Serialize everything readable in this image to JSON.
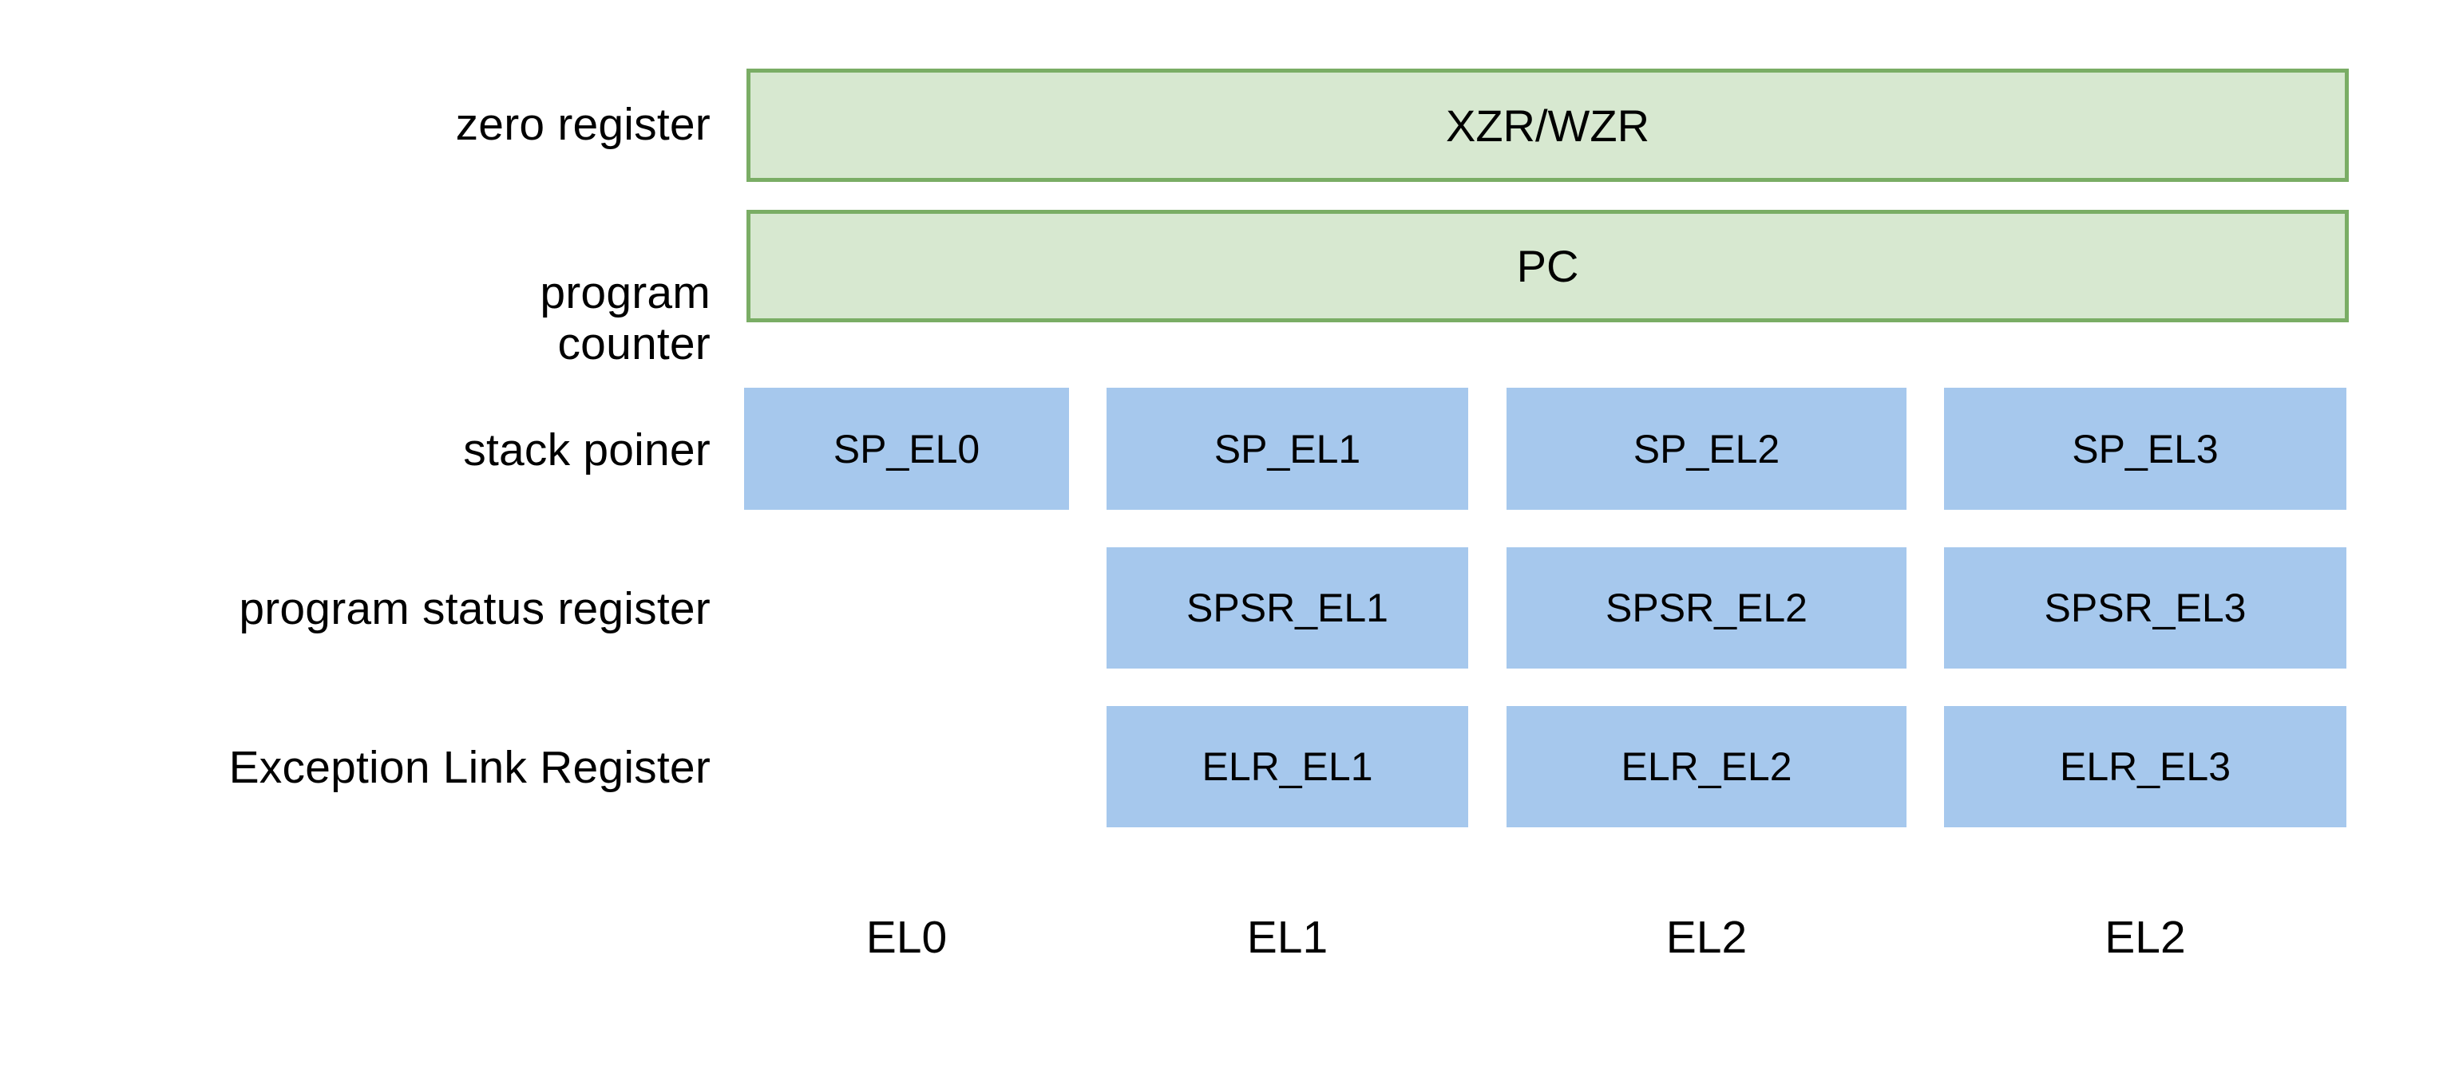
{
  "diagram": {
    "title_present": false,
    "colors": {
      "green_fill": "#d7e8d0",
      "green_border": "#7aad65",
      "blue_fill": "#a6c8ed",
      "text": "#000000",
      "background": "#ffffff"
    }
  },
  "row_labels": {
    "zero_register": "zero register",
    "program_counter_line1": "program",
    "program_counter_line2": "counter",
    "stack_pointer": "stack poiner",
    "program_status_register": "program status register",
    "exception_link_register": "Exception Link Register"
  },
  "wide_rows": [
    {
      "label": "zero register",
      "value": "XZR/WZR",
      "style": "green"
    },
    {
      "label": "program counter",
      "value": "PC",
      "style": "green"
    }
  ],
  "columns": [
    {
      "caption": "EL0"
    },
    {
      "caption": "EL1"
    },
    {
      "caption": "EL2"
    },
    {
      "caption": "EL2"
    }
  ],
  "per_el_rows": [
    {
      "label": "stack poiner",
      "cells": [
        "SP_EL0",
        "SP_EL1",
        "SP_EL2",
        "SP_EL3"
      ]
    },
    {
      "label": "program status register",
      "cells": [
        "",
        "SPSR_EL1",
        "SPSR_EL2",
        "SPSR_EL3"
      ]
    },
    {
      "label": "Exception Link Register",
      "cells": [
        "",
        "ELR_EL1",
        "ELR_EL2",
        "ELR_EL3"
      ]
    }
  ]
}
